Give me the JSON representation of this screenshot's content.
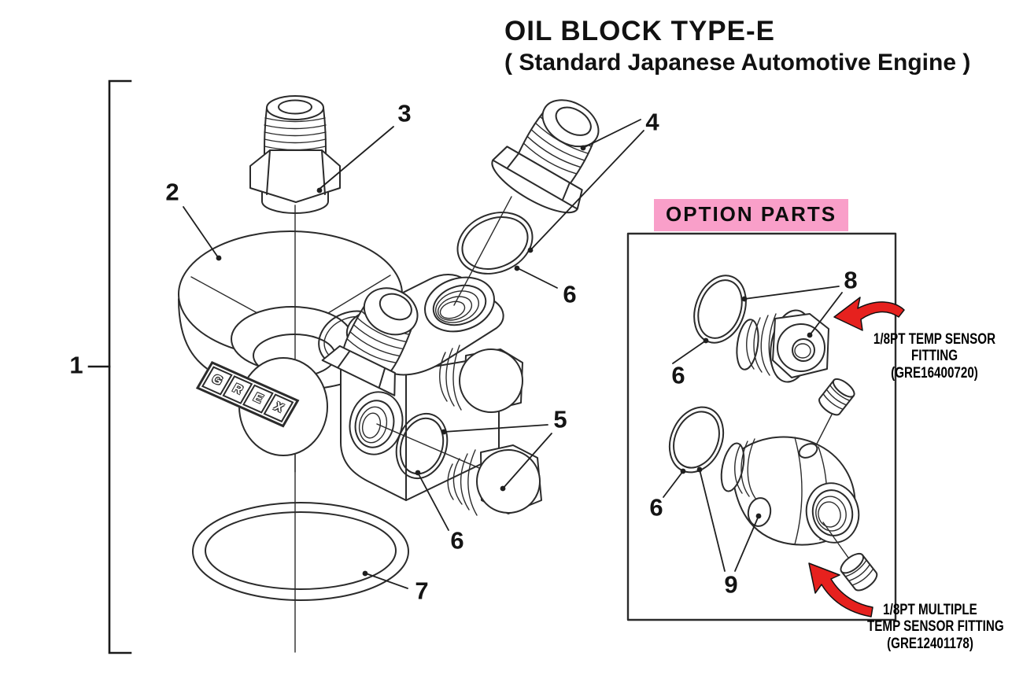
{
  "title": {
    "line1": "OIL BLOCK TYPE-E",
    "line2": "( Standard Japanese Automotive Engine )"
  },
  "brand": {
    "logo_letters": [
      "G",
      "R",
      "E",
      "X"
    ]
  },
  "callouts": {
    "c1": "1",
    "c2": "2",
    "c3": "3",
    "c4": "4",
    "c5": "5",
    "c6": "6",
    "c7": "7",
    "c8": "8",
    "c9": "9"
  },
  "option": {
    "header": "OPTION PARTS",
    "fitting_top": {
      "l1": "1/8PT TEMP SENSOR",
      "l2": "FITTING",
      "l3": "(GRE16400720)"
    },
    "fitting_bottom": {
      "l1": "1/8PT MULTIPLE",
      "l2": "TEMP SENSOR FITTING",
      "l3": "(GRE12401178)"
    }
  },
  "colors": {
    "line": "#2b2b2b",
    "option_highlight_pink": "#f99fc9",
    "arrow_red": "#e6211e",
    "background": "#ffffff"
  }
}
